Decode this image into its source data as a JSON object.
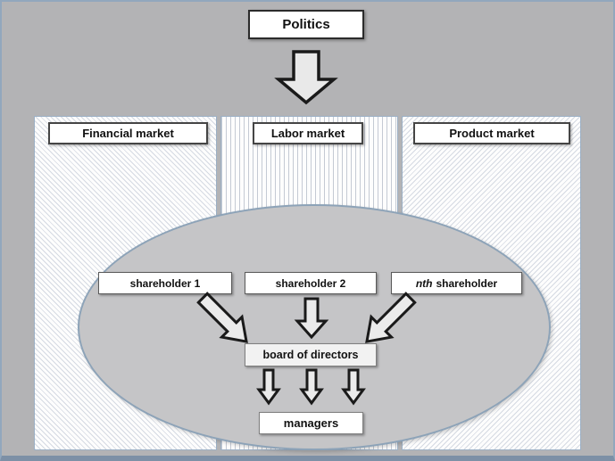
{
  "diagram": {
    "title_box": {
      "label": "Politics"
    },
    "markets": [
      {
        "id": "financial",
        "label": "Financial market",
        "hatch": "diagonal-backslash"
      },
      {
        "id": "labor",
        "label": "Labor market",
        "hatch": "vertical-lines"
      },
      {
        "id": "product",
        "label": "Product market",
        "hatch": "diagonal-slash"
      }
    ],
    "firm_ellipse": {
      "shape": "ellipse",
      "nodes": {
        "shareholder_1": {
          "label": "shareholder 1"
        },
        "shareholder_2": {
          "label": "shareholder 2"
        },
        "shareholder_n": {
          "label_italic": "nth",
          "label_rest": "shareholder"
        },
        "board": {
          "label": "board of directors"
        },
        "managers": {
          "label": "managers"
        }
      }
    },
    "arrows": [
      {
        "name": "politics-to-markets",
        "direction": "down"
      },
      {
        "name": "shareholder1-to-board",
        "direction": "down-right"
      },
      {
        "name": "shareholder2-to-board",
        "direction": "down"
      },
      {
        "name": "nth-shareholder-to-board",
        "direction": "down-left"
      },
      {
        "name": "board-to-managers-1",
        "direction": "down"
      },
      {
        "name": "board-to-managers-2",
        "direction": "down"
      },
      {
        "name": "board-to-managers-3",
        "direction": "down"
      }
    ],
    "colors": {
      "canvas_background": "#b3b3b5",
      "canvas_border_top": "#92a7bd",
      "canvas_border_bottom": "#7d90a6",
      "panel_border": "#9cb0c5",
      "panel_background": "#fdfdfd",
      "hatch_line": "#96a0b6",
      "ellipse_fill": "#c5c5c7",
      "ellipse_border": "#8da3b8",
      "box_background": "#ffffff",
      "box_border_dark": "#2b2b2b",
      "box_border_gray": "#7f7f7f",
      "arrow_fill": "#ebebeb",
      "arrow_stroke": "#1a1a1a"
    }
  }
}
